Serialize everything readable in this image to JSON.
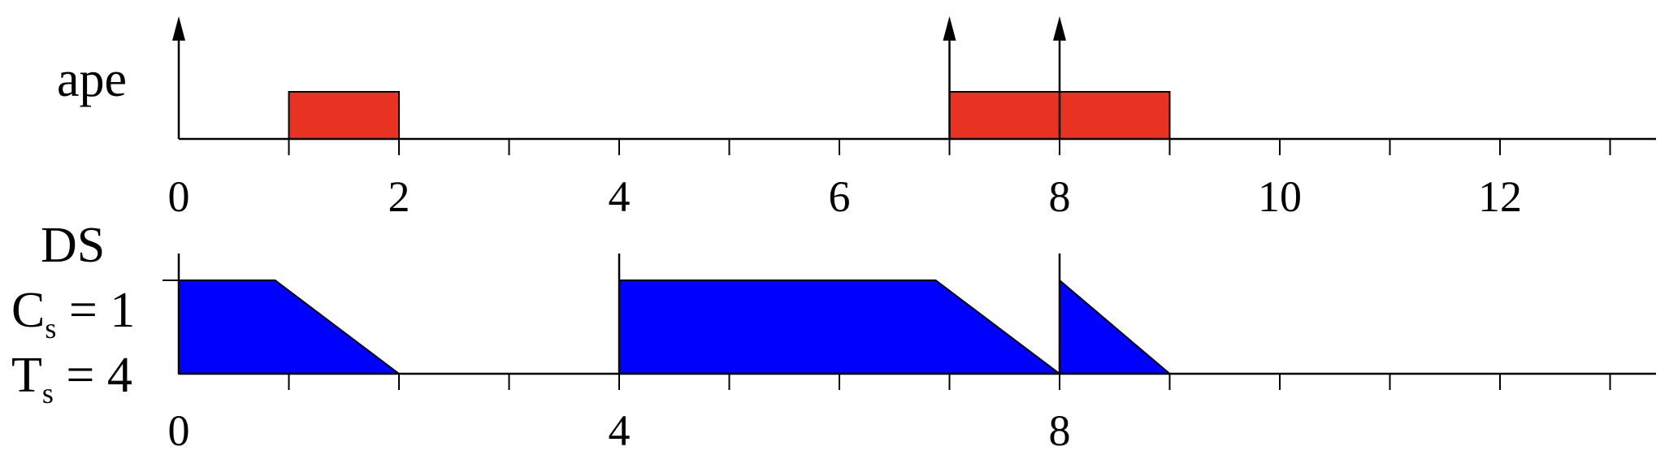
{
  "top": {
    "label": "ape",
    "tick_labels": [
      "0",
      "2",
      "4",
      "6",
      "8",
      "10",
      "12"
    ],
    "tick_values": [
      0,
      2,
      4,
      6,
      8,
      10,
      12
    ],
    "minor_ticks": [
      1,
      2,
      3,
      4,
      5,
      6,
      7,
      8,
      9,
      10,
      11,
      12,
      13
    ],
    "arrivals": [
      0,
      7,
      8
    ],
    "executions": [
      {
        "start": 1,
        "end": 2
      },
      {
        "start": 7,
        "end": 8
      },
      {
        "start": 8,
        "end": 9
      }
    ],
    "exec_color": "#e83323"
  },
  "bottom": {
    "server_label": "DS",
    "capacity_main": "C",
    "capacity_sub": "s",
    "capacity_rest": " = 1",
    "period_main": "T",
    "period_sub": "s",
    "period_rest": " = 4",
    "tick_labels": [
      "0",
      "4",
      "8"
    ],
    "tick_values": [
      0,
      4,
      8
    ],
    "minor_ticks": [
      1,
      2,
      3,
      4,
      5,
      6,
      7,
      8,
      9,
      10,
      11,
      12,
      13
    ],
    "replenishments": [
      0,
      4,
      8
    ],
    "capacity_max": 1,
    "capacity_segments": [
      [
        [
          0,
          1
        ],
        [
          0.875,
          1
        ],
        [
          2,
          0
        ]
      ],
      [
        [
          4,
          1
        ],
        [
          6.875,
          1
        ],
        [
          8,
          0
        ]
      ],
      [
        [
          8,
          1
        ],
        [
          9,
          0
        ]
      ]
    ],
    "fill_color": "#0000ff"
  }
}
